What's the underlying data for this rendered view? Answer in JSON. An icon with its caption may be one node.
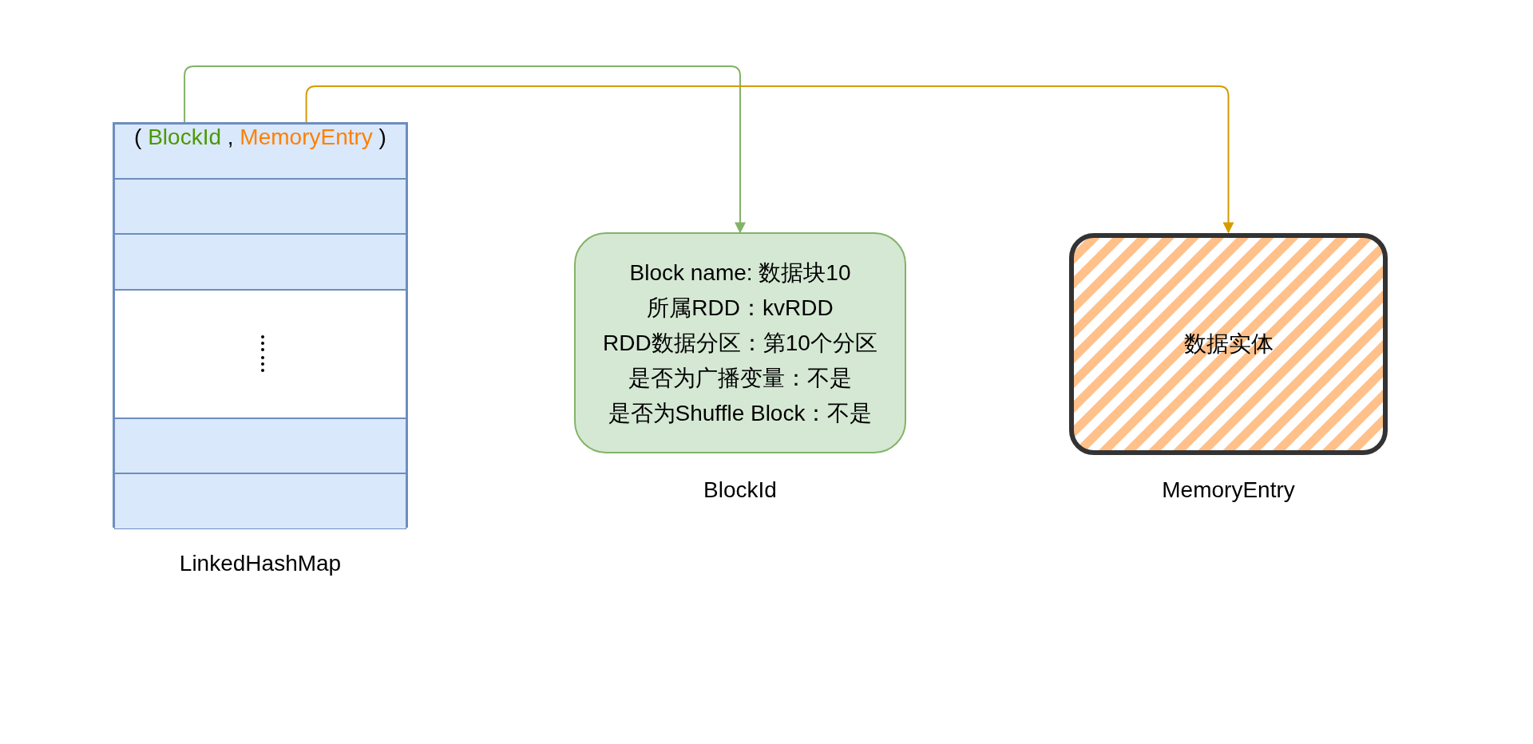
{
  "diagram": {
    "nodes": [
      {
        "text": [],
        "shape": "box",
        "beside": [
          "LinkedHashMap"
        ]
      },
      {
        "text": [],
        "shape": "box",
        "in": 0
      },
      {
        "text": [
          "BlockId"
        ],
        "in": 1
      },
      {
        "text": [
          "MemoryEntry"
        ],
        "in": 1
      },
      {
        "text": [],
        "shape": "box",
        "in": 0
      },
      {
        "text": [],
        "shape": "box",
        "in": 0
      },
      {
        "text": [],
        "shape": "box",
        "in": 0
      },
      {
        "text": [],
        "shape": "box",
        "in": 0
      },
      {
        "text": [],
        "shape": "box",
        "in": 0
      },
      {
        "text": [
          "Block name: 数据块10",
          "所属RDD：kvRDD",
          "RDD数据分区：第10个分区",
          "是否为广播变量：不是",
          "是否为Shuffle Block：不是"
        ],
        "beside": [
          "BlockId"
        ]
      },
      {
        "text": [
          "数据实体"
        ],
        "beside": [
          "MemoryEntry"
        ]
      }
    ],
    "edges": [
      {
        "from": 2,
        "to": 9,
        "arrow": "to",
        "color": "#82b366"
      },
      {
        "from": 3,
        "to": 10,
        "arrow": "to",
        "color": "#d79b00"
      }
    ],
    "labels": [
      "(",
      ",",
      ")"
    ]
  }
}
